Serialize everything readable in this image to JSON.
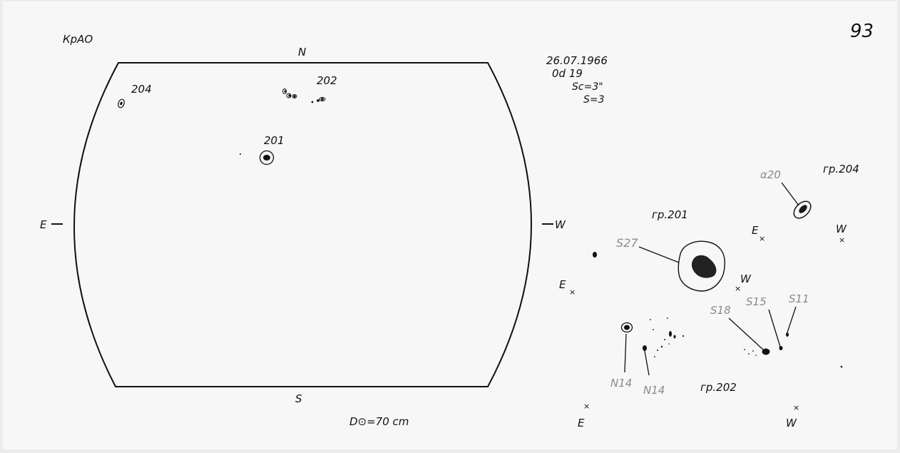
{
  "page_number": "93",
  "observatory": "КрАО",
  "observation": {
    "date": "26.07.1966",
    "time": "0d 19",
    "seeing": "Sc=3\"",
    "quality": "S=3"
  },
  "disk": {
    "north": "N",
    "south": "S",
    "east": "E",
    "west": "W",
    "diameter_label": "D⊙=70 cm",
    "groups": [
      "204",
      "202",
      "201"
    ]
  },
  "details": {
    "group_204": {
      "label": "гр.204",
      "spot": "α20",
      "east": "E",
      "west": "W"
    },
    "group_201": {
      "label": "гр.201",
      "spot": "S27",
      "east": "E",
      "west": "W"
    },
    "group_202": {
      "label": "гр.202",
      "spots": [
        "N14",
        "N14",
        "S18",
        "S15",
        "S11"
      ],
      "east": "E",
      "west": "W"
    }
  },
  "colors": {
    "ink": "#111111",
    "pencil": "#8a8a8a",
    "paper": "#f7f7f7",
    "umbra": "#2a2a2a"
  }
}
